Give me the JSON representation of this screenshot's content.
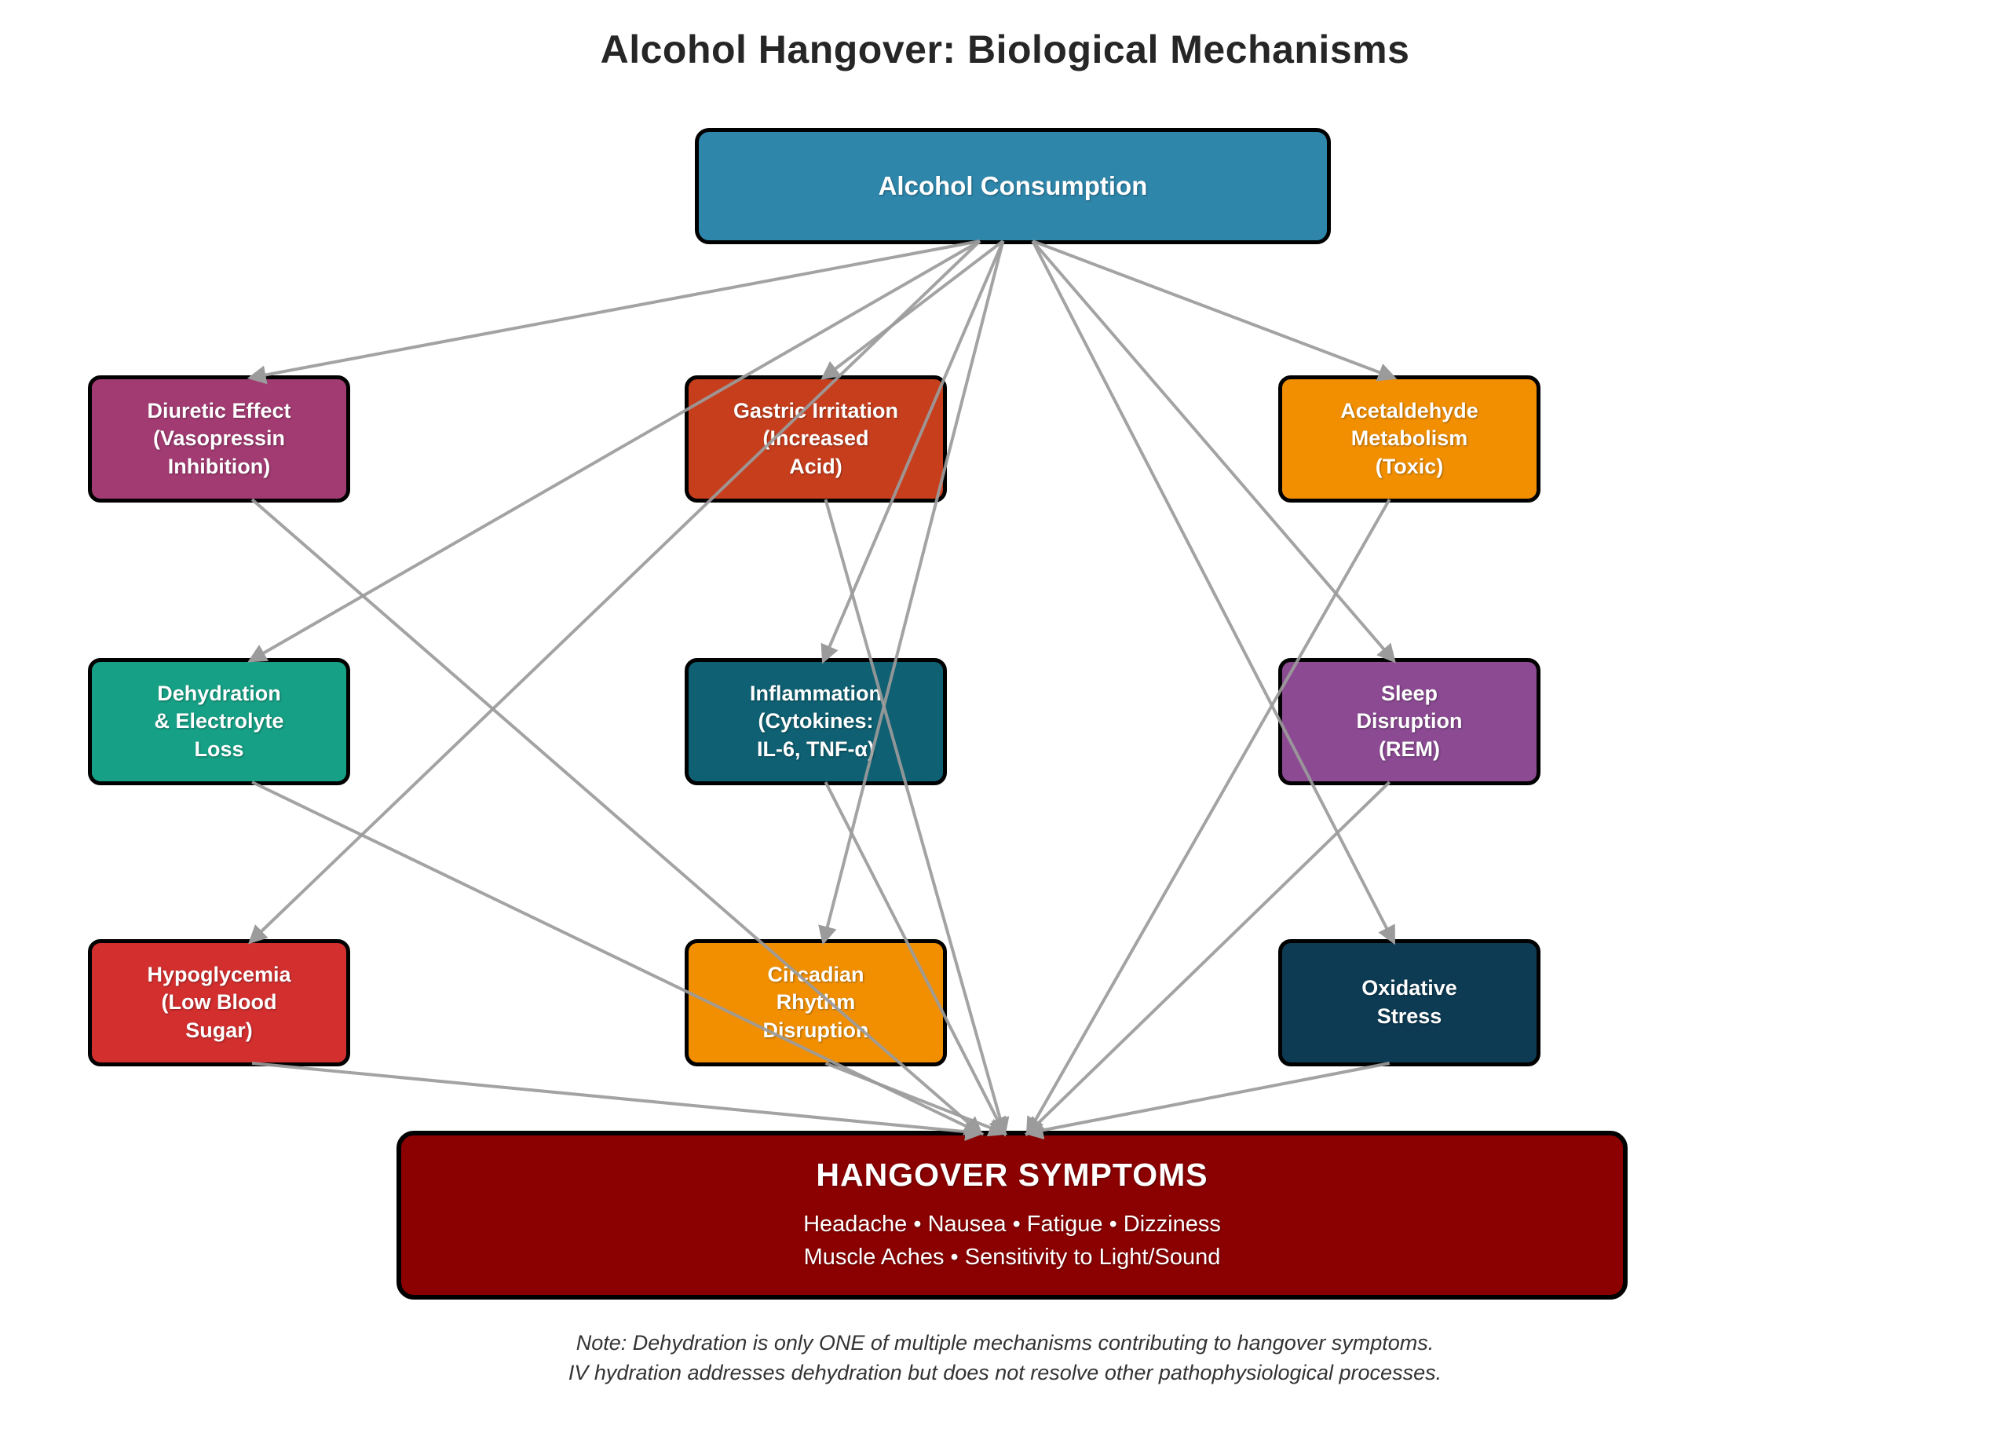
{
  "title": "Alcohol Hangover: Biological Mechanisms",
  "edge_color": "#9b9b9b",
  "nodes": [
    {
      "id": "alcohol",
      "label": "Alcohol Consumption",
      "color": "#2E86AB"
    },
    {
      "id": "diuretic",
      "label": "Diuretic Effect\n(Vasopressin\nInhibition)",
      "color": "#A23B72"
    },
    {
      "id": "gastric",
      "label": "Gastric Irritation\n(Increased\nAcid)",
      "color": "#C73E1D"
    },
    {
      "id": "acetaldehyde",
      "label": "Acetaldehyde\nMetabolism\n(Toxic)",
      "color": "#F18F01"
    },
    {
      "id": "dehydration",
      "label": "Dehydration\n& Electrolyte\nLoss",
      "color": "#16A085"
    },
    {
      "id": "inflammation",
      "label": "Inflammation\n(Cytokines:\nIL-6, TNF-α)",
      "color": "#0E6072"
    },
    {
      "id": "sleep",
      "label": "Sleep\nDisruption\n(REM)",
      "color": "#8B4A92"
    },
    {
      "id": "hypoglycemia",
      "label": "Hypoglycemia\n(Low Blood\nSugar)",
      "color": "#D32F2F"
    },
    {
      "id": "circadian",
      "label": "Circadian\nRhythm\nDisruption",
      "color": "#F18F01"
    },
    {
      "id": "oxidative",
      "label": "Oxidative\nStress",
      "color": "#0D3B53"
    },
    {
      "id": "hangover",
      "label": "HANGOVER SYMPTOMS",
      "color": "#8B0000",
      "symptoms_line1": "Headache • Nausea • Fatigue • Dizziness",
      "symptoms_line2": "Muscle Aches • Sensitivity to Light/Sound"
    }
  ],
  "edges": [
    {
      "from": "alcohol",
      "to": "diuretic"
    },
    {
      "from": "alcohol",
      "to": "gastric"
    },
    {
      "from": "alcohol",
      "to": "acetaldehyde"
    },
    {
      "from": "alcohol",
      "to": "dehydration"
    },
    {
      "from": "alcohol",
      "to": "inflammation"
    },
    {
      "from": "alcohol",
      "to": "sleep"
    },
    {
      "from": "alcohol",
      "to": "hypoglycemia"
    },
    {
      "from": "alcohol",
      "to": "circadian"
    },
    {
      "from": "alcohol",
      "to": "oxidative"
    },
    {
      "from": "diuretic",
      "to": "hangover"
    },
    {
      "from": "gastric",
      "to": "hangover"
    },
    {
      "from": "acetaldehyde",
      "to": "hangover"
    },
    {
      "from": "dehydration",
      "to": "hangover"
    },
    {
      "from": "inflammation",
      "to": "hangover"
    },
    {
      "from": "sleep",
      "to": "hangover"
    },
    {
      "from": "hypoglycemia",
      "to": "hangover"
    },
    {
      "from": "circadian",
      "to": "hangover"
    },
    {
      "from": "oxidative",
      "to": "hangover"
    }
  ],
  "note_line1": "Note: Dehydration is only ONE of multiple mechanisms contributing to hangover symptoms.",
  "note_line2": "IV hydration addresses dehydration but does not resolve other pathophysiological processes."
}
